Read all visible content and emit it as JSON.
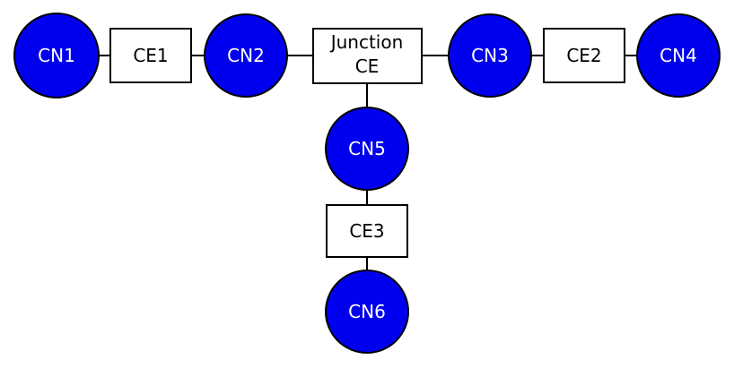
{
  "colors": {
    "node_fill": "#0000ee",
    "outline": "#000000",
    "box_fill": "#ffffff"
  },
  "diagram": {
    "nodes": [
      {
        "id": "cn1",
        "label": "CN1"
      },
      {
        "id": "cn2",
        "label": "CN2"
      },
      {
        "id": "cn3",
        "label": "CN3"
      },
      {
        "id": "cn4",
        "label": "CN4"
      },
      {
        "id": "cn5",
        "label": "CN5"
      },
      {
        "id": "cn6",
        "label": "CN6"
      }
    ],
    "elements": [
      {
        "id": "ce1",
        "label": "CE1"
      },
      {
        "id": "junction",
        "label_line1": "Junction",
        "label_line2": "CE"
      },
      {
        "id": "ce2",
        "label": "CE2"
      },
      {
        "id": "ce3",
        "label": "CE3"
      }
    ],
    "connections": [
      [
        "cn1",
        "ce1"
      ],
      [
        "ce1",
        "cn2"
      ],
      [
        "cn2",
        "junction"
      ],
      [
        "junction",
        "cn3"
      ],
      [
        "cn3",
        "ce2"
      ],
      [
        "ce2",
        "cn4"
      ],
      [
        "junction",
        "cn5"
      ],
      [
        "cn5",
        "ce3"
      ],
      [
        "ce3",
        "cn6"
      ]
    ]
  }
}
